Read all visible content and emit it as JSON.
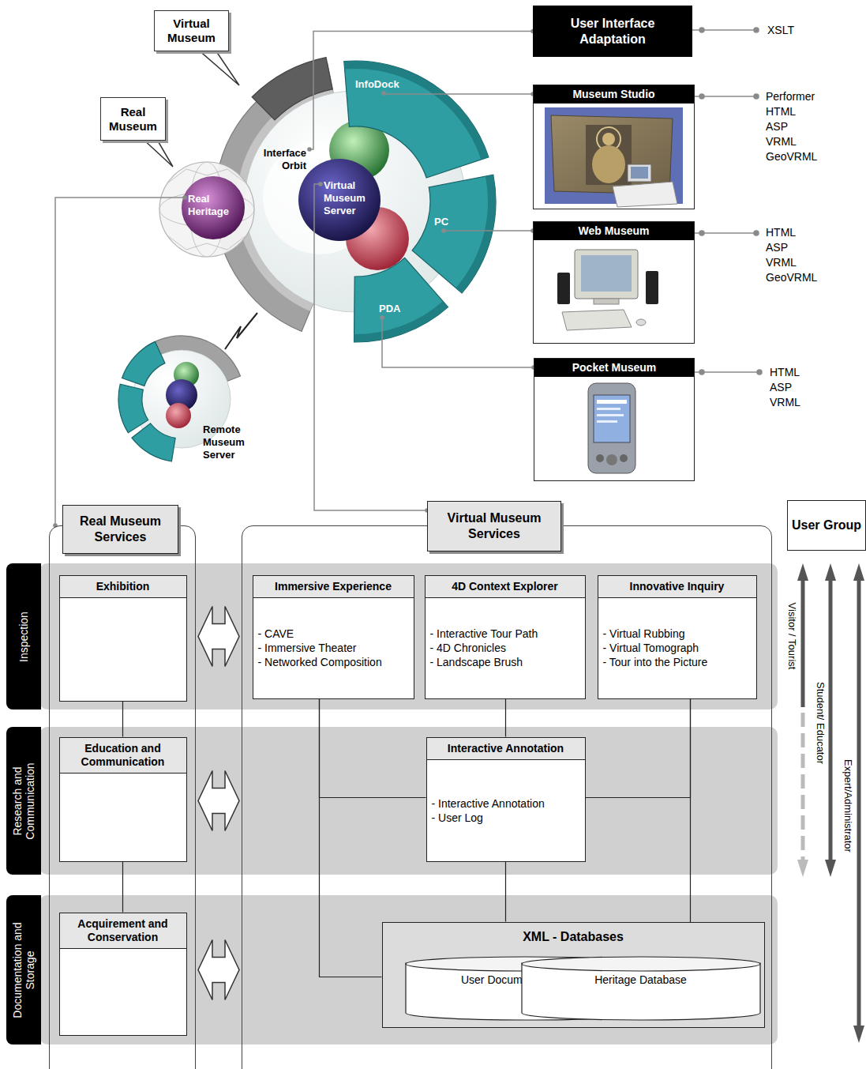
{
  "diagram": {
    "nodes": [
      {
        "text": [
          "Virtual Museum"
        ]
      },
      {
        "text": [
          "Real Museum"
        ]
      },
      {
        "text": [
          "Interface Orbit"
        ]
      },
      {
        "text": [
          "InfoDock"
        ]
      },
      {
        "text": [
          "Real Heritage"
        ]
      },
      {
        "text": [
          "Virtual Museum Server"
        ]
      },
      {
        "text": [
          "PC"
        ]
      },
      {
        "text": [
          "PDA"
        ]
      },
      {
        "text": [
          "Remote Museum Server"
        ]
      },
      {
        "text": [
          "User Interface Adaptation"
        ]
      },
      {
        "text": [
          "Museum Studio"
        ]
      },
      {
        "text": [
          "Web Museum"
        ]
      },
      {
        "text": [
          "Pocket Museum"
        ]
      },
      {
        "text": [
          "Inspection"
        ]
      },
      {
        "text": [
          "Research and Communication"
        ]
      },
      {
        "text": [
          "Documentation and Storage"
        ]
      },
      {
        "text": [
          "Real Museum Services"
        ]
      },
      {
        "text": [
          "Virtual Museum Services"
        ]
      },
      {
        "text": [
          "User Group"
        ]
      },
      {
        "text": [
          "Exhibition"
        ],
        "in": 16
      },
      {
        "text": [
          "Immersive Experience",
          "- CAVE",
          "- Immersive Theater",
          "- Networked Composition"
        ],
        "in": 17
      },
      {
        "text": [
          "4D Context Explorer",
          "- Interactive Tour Path",
          "- 4D Chronicles",
          "- Landscape Brush"
        ],
        "in": 17
      },
      {
        "text": [
          "Innovative Inquiry",
          "- Virtual Rubbing",
          "- Virtual Tomograph",
          "- Tour into the Picture"
        ],
        "in": 17
      },
      {
        "text": [
          "Education and Communication"
        ],
        "in": 16
      },
      {
        "text": [
          "Interactive Annotation",
          "- Interactive Annotation",
          "- User Log"
        ],
        "in": 17
      },
      {
        "text": [
          "Acquirement and Conservation"
        ],
        "in": 16
      },
      {
        "text": [
          "XML - Databases"
        ],
        "in": 17
      },
      {
        "text": [
          "User Document Database"
        ],
        "in": 26
      },
      {
        "text": [
          "Heritage Database"
        ],
        "in": 26
      }
    ],
    "edges": [
      {
        "from": 2,
        "to": 9,
        "arrow": "none"
      },
      {
        "from": 3,
        "to": 10,
        "arrow": "none"
      },
      {
        "from": 6,
        "to": 11,
        "arrow": "none"
      },
      {
        "from": 7,
        "to": 12,
        "arrow": "none"
      },
      {
        "from": 4,
        "to": 16,
        "arrow": "none"
      },
      {
        "from": 5,
        "to": 17,
        "arrow": "none"
      },
      {
        "from": 16,
        "to": 17,
        "arrow": "both"
      },
      {
        "from": 16,
        "to": 17,
        "arrow": "both"
      },
      {
        "from": 16,
        "to": 17,
        "arrow": "both"
      },
      {
        "from": 19,
        "to": 23,
        "arrow": "none"
      },
      {
        "from": 23,
        "to": 25,
        "arrow": "none"
      },
      {
        "from": 20,
        "to": 24,
        "arrow": "none"
      },
      {
        "from": 21,
        "to": 24,
        "arrow": "none"
      },
      {
        "from": 22,
        "to": 24,
        "arrow": "none"
      },
      {
        "from": 20,
        "to": 26,
        "arrow": "none"
      },
      {
        "from": 22,
        "to": 26,
        "arrow": "none"
      },
      {
        "from": 24,
        "to": 26,
        "arrow": "none"
      }
    ],
    "labels": [
      "XSLT",
      "Performer",
      "HTML",
      "ASP",
      "VRML",
      "GeoVRML",
      "HTML",
      "ASP",
      "VRML",
      "GeoVRML",
      "HTML",
      "ASP",
      "VRML",
      "Visitor / Tourist",
      "Student/ Educator",
      "Expert/Administrator"
    ]
  }
}
